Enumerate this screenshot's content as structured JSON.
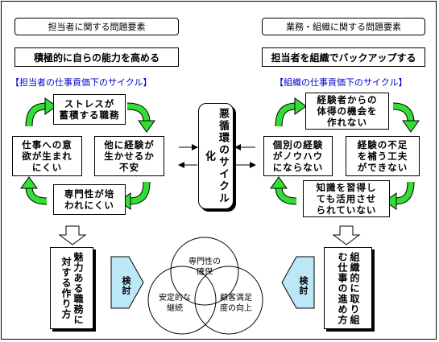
{
  "left": {
    "header": "担当者に関する問題要素",
    "theme": "積極的に自らの能力を高める",
    "section": "【担当者の仕事貢価下のサイクル】",
    "c_top": "ストレスが\n蓄積する職務",
    "c_left": "仕事への意\n欲が生まれ\nにくい",
    "c_right": "他に経験が\n生かせるか\n不安",
    "c_bottom": "専門性が培\nわれにくい",
    "outcome": "魅力ある職務に対する作り方",
    "review": "検討"
  },
  "right": {
    "header": "業務・組織に関する問題要素",
    "theme": "担当者を組織でバックアップする",
    "section": "【組織の仕事貢価下のサイクル】",
    "c_top": "経験者からの\n体得の機会を\n作れない",
    "c_left": "個別の経験\nがノウハウ\nにならない",
    "c_right": "経験の不足\nを補う工夫\nができない",
    "c_bottom": "知識を習得し\nても活用させ\nられていない",
    "outcome": "組織的に取り組む仕事の進め方",
    "review": "検討"
  },
  "center": {
    "vicious": "悪循環のサイクル化"
  },
  "venn": {
    "top": "専門性の\n確保",
    "left": "安定的な\n継続",
    "right": "顧客満足\n度の向上"
  },
  "colors": {
    "cycle_arrow": "#33dd33",
    "review_arrow": "#bbe7f7",
    "section_text": "#0000cc"
  }
}
